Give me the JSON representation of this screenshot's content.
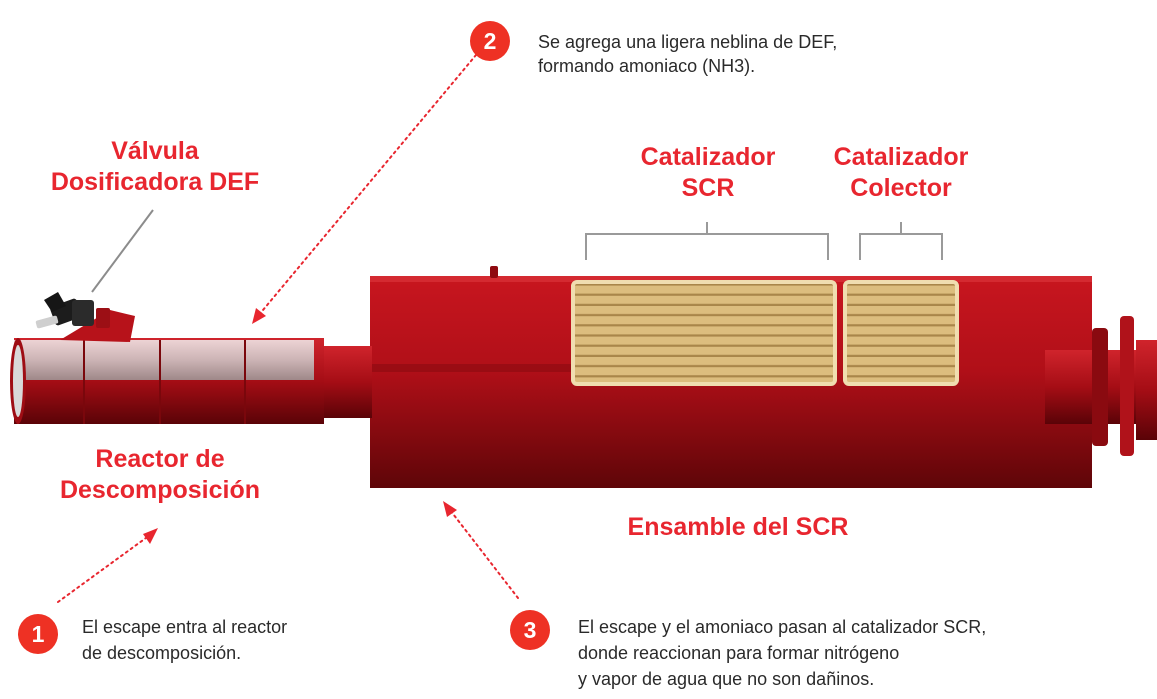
{
  "labels": {
    "valve": [
      "Válvula",
      "Dosificadora DEF"
    ],
    "reactor": [
      "Reactor de",
      "Descomposición"
    ],
    "scr_catalyst": [
      "Catalizador",
      "SCR"
    ],
    "collector_catalyst": [
      "Catalizador",
      "Colector"
    ],
    "assembly": "Ensamble del SCR"
  },
  "steps": [
    {
      "number": "1",
      "text": [
        "El escape entra al reactor",
        "de descomposición."
      ]
    },
    {
      "number": "2",
      "text": [
        "Se agrega una ligera neblina de DEF,",
        "formando amoniaco (NH3)."
      ]
    },
    {
      "number": "3",
      "text": [
        "El escape y el amoniaco pasan al catalizador SCR,",
        "donde reaccionan para formar nitrógeno",
        "y vapor de agua que no son dañinos."
      ]
    }
  ],
  "colors": {
    "accent": "#e8262f",
    "badge": "#ee3124",
    "body_red": "#b7121a",
    "catalyst_gold": "#d9b877",
    "bracket": "#9a9a9a"
  }
}
